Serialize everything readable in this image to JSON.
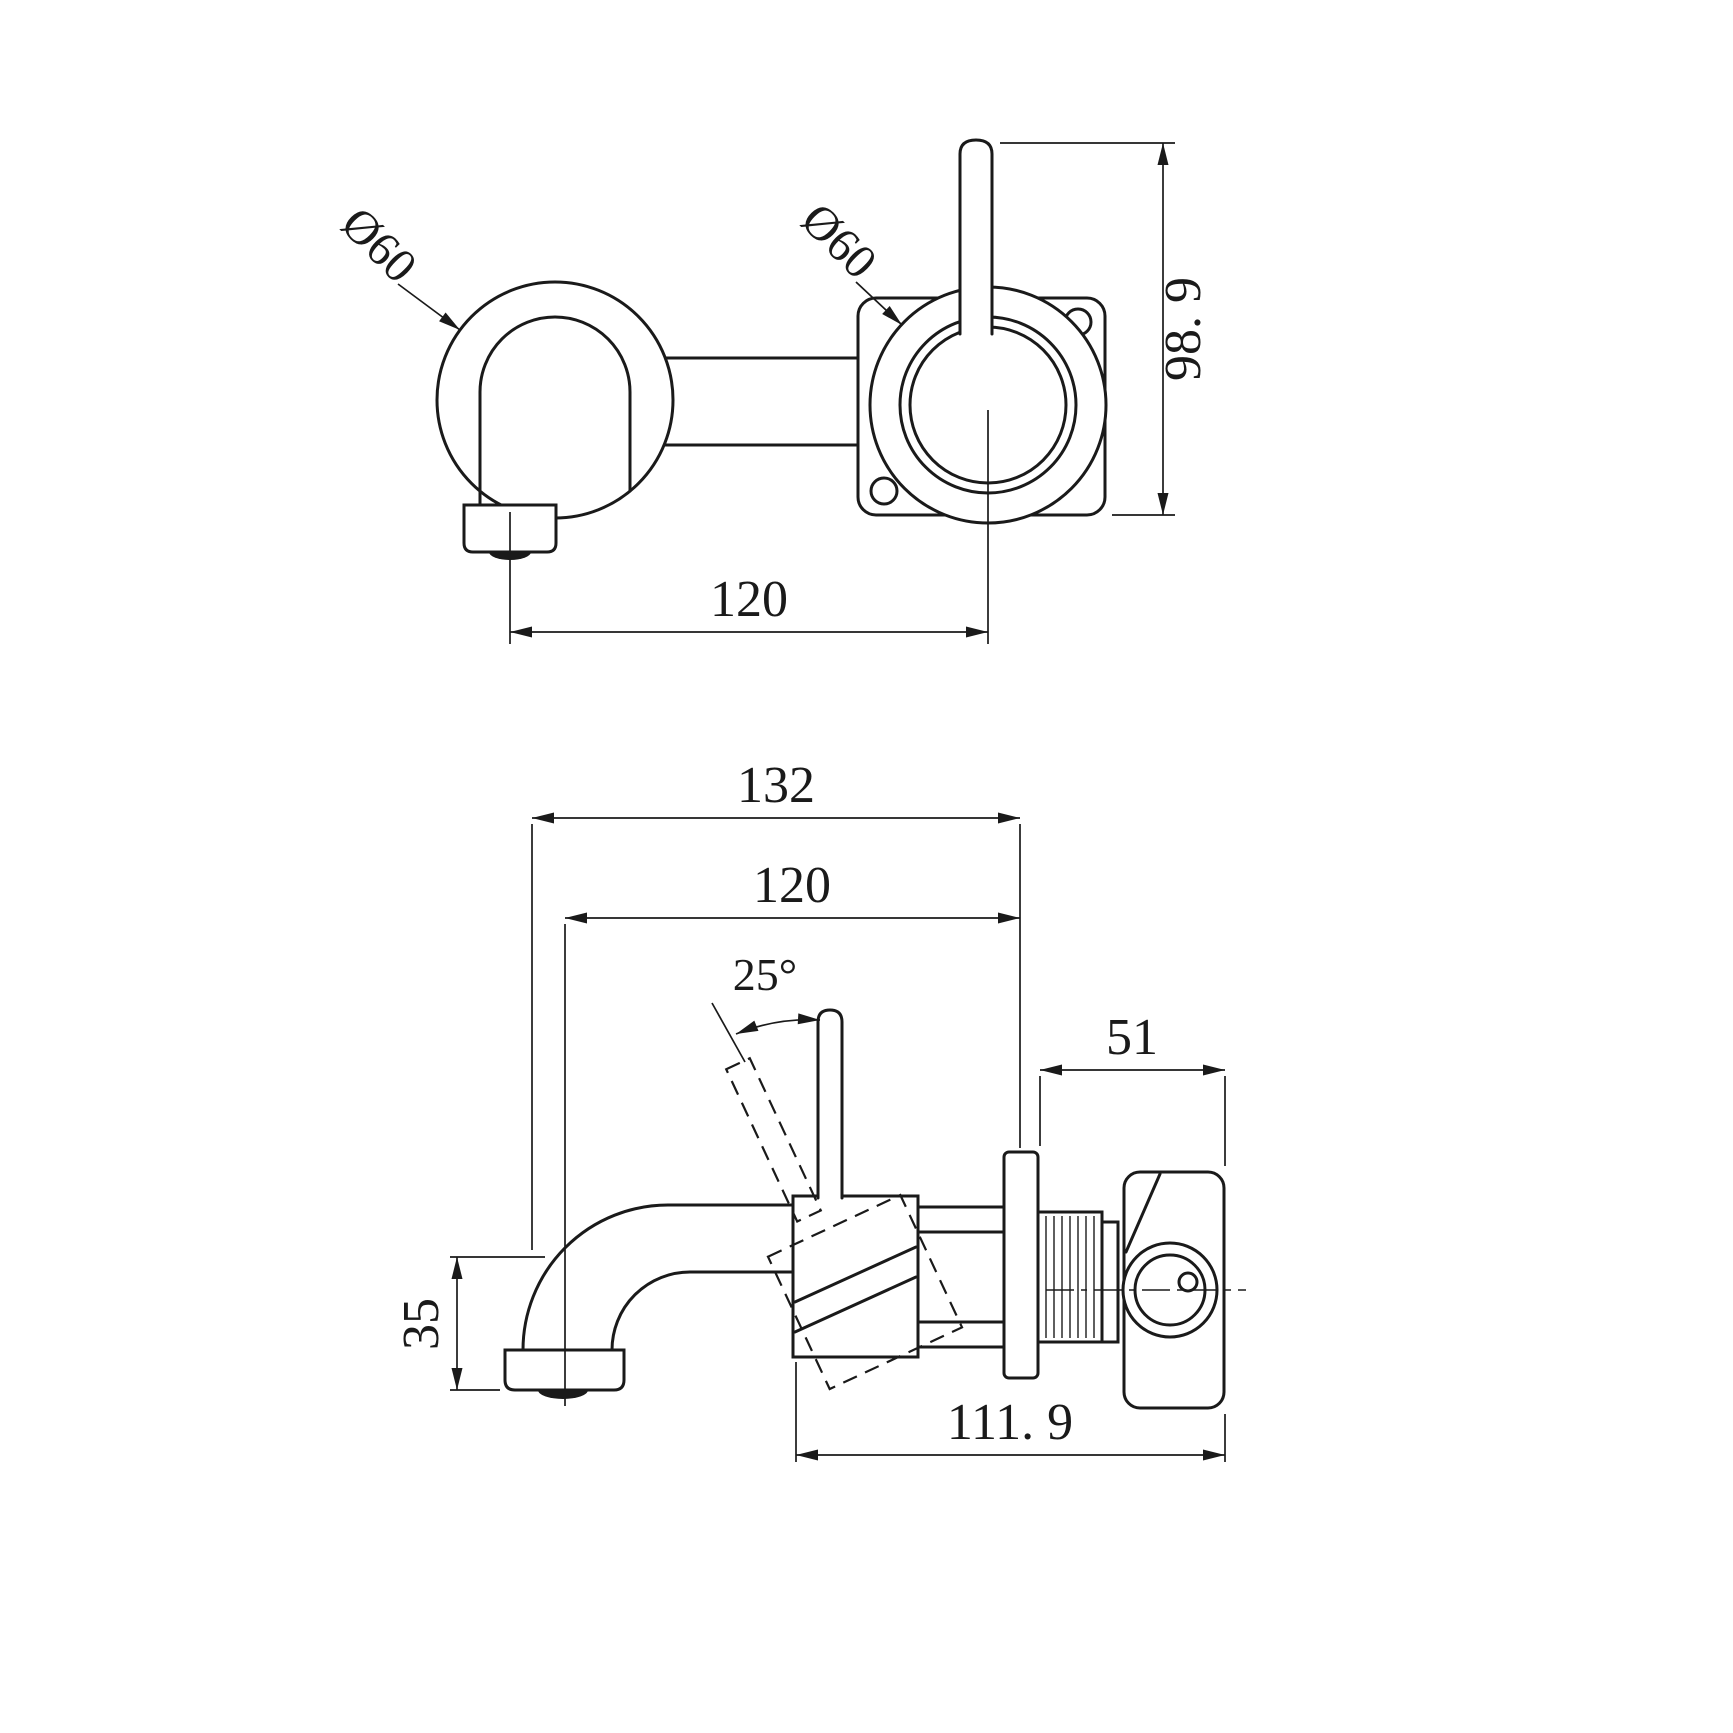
{
  "page": {
    "background": "#ffffff",
    "line_color": "#1a1a1a",
    "description": "Technical dimension drawing of a wall-mounted basin mixer tap, front view and side view"
  },
  "front_view": {
    "spout_diameter_label": "Ø60",
    "mixer_diameter_label": "Ø60",
    "height_label": "98. 9",
    "center_distance_label": "120"
  },
  "side_view": {
    "overall_reach_label": "132",
    "spout_reach_label": "120",
    "handle_angle_label": "25°",
    "wall_depth_label": "51",
    "spout_height_label": "35",
    "body_length_label": "111. 9"
  }
}
